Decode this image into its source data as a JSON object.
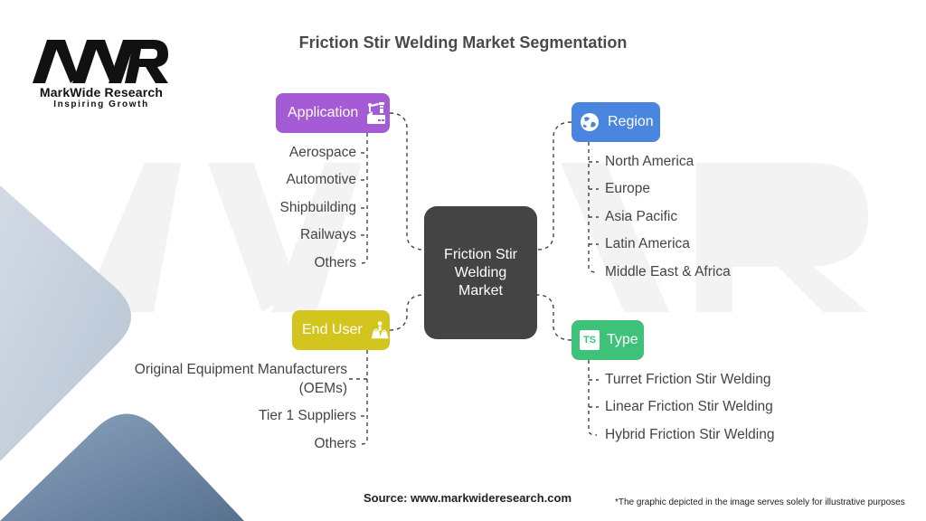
{
  "title": "Friction Stir Welding Market Segmentation",
  "logo": {
    "mark": "MWR",
    "brand": "MarkWide Research",
    "tagline": "Inspiring Growth"
  },
  "center": {
    "label": "Friction Stir Welding Market"
  },
  "segments": {
    "application": {
      "label": "Application",
      "icon": "factory-robot-arm-icon",
      "color": "#a55ad6",
      "items": [
        "Aerospace",
        "Automotive",
        "Shipbuilding",
        "Railways",
        "Others"
      ]
    },
    "end_user": {
      "label": "End User",
      "icon": "users-shopping-icon",
      "color": "#d4c51e",
      "items": [
        "Original Equipment Manufacturers",
        "(OEMs)",
        "Tier 1 Suppliers",
        "Others"
      ]
    },
    "region": {
      "label": "Region",
      "icon": "globe-icon",
      "color": "#4a86e0",
      "items": [
        "North America",
        "Europe",
        "Asia Pacific",
        "Latin America",
        "Middle East & Africa"
      ]
    },
    "type": {
      "label": "Type",
      "icon": "ts-badge-icon",
      "icon_text": "TS",
      "color": "#3ec27a",
      "items": [
        "Turret Friction Stir Welding",
        "Linear Friction Stir Welding",
        "Hybrid Friction Stir Welding"
      ]
    }
  },
  "footer": {
    "source": "Source: www.markwideresearch.com",
    "note": "*The graphic depicted in the image serves solely for illustrative purposes"
  }
}
